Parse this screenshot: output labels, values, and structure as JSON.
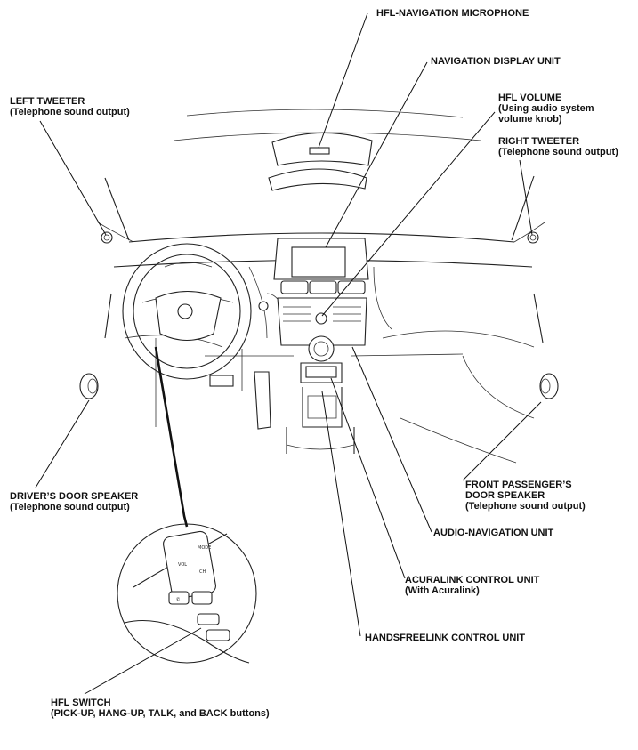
{
  "labels": {
    "hfl_nav_mic": "HFL-NAVIGATION MICROPHONE",
    "nav_display": "NAVIGATION DISPLAY UNIT",
    "hfl_volume": "HFL VOLUME",
    "hfl_volume_note_1": "(Using audio system",
    "hfl_volume_note_2": "volume knob)",
    "left_tweeter": "LEFT TWEETER",
    "left_tweeter_note": "(Telephone sound output)",
    "right_tweeter": "RIGHT TWEETER",
    "right_tweeter_note": "(Telephone sound output)",
    "drivers_door_speaker": "DRIVER’S DOOR SPEAKER",
    "drivers_door_speaker_note": "(Telephone sound output)",
    "front_passenger_1": "FRONT PASSENGER’S",
    "front_passenger_2": "DOOR SPEAKER",
    "front_passenger_note": "(Telephone sound output)",
    "audio_nav_unit": "AUDIO-NAVIGATION UNIT",
    "acuralink_unit": "ACURALINK CONTROL UNIT",
    "acuralink_note": "(With Acuralink)",
    "handsfreelink_unit": "HANDSFREELINK CONTROL UNIT",
    "hfl_switch": "HFL SWITCH",
    "hfl_switch_note": "(PICK-UP, HANG-UP, TALK, and BACK buttons)"
  },
  "switch_panel": {
    "mode": "MODE",
    "vol": "VOL",
    "ch": "CH"
  }
}
